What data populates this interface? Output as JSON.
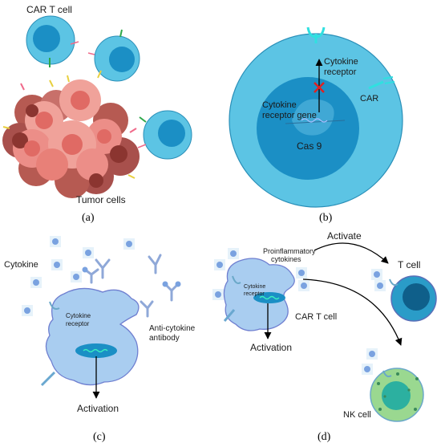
{
  "panels": {
    "a": {
      "label": "(a)",
      "car_t_cell_label": "CAR T cell",
      "tumor_cells_label": "Tumor cells"
    },
    "b": {
      "label": "(b)",
      "cytokine_receptor_label_line1": "Cytokine",
      "cytokine_receptor_label_line2": "receptor",
      "car_label": "CAR",
      "gene_label_line1": "Cytokine",
      "gene_label_line2": "receptor gene",
      "cas9_label": "Cas 9"
    },
    "c": {
      "label": "(c)",
      "cytokine_label": "Cytokine",
      "receptor_label_line1": "Cytokine",
      "receptor_label_line2": "receptor",
      "antibody_label_line1": "Anti-cytokine",
      "antibody_label_line2": "antibody",
      "activation_label": "Activation"
    },
    "d": {
      "label": "(d)",
      "proinflammatory_line1": "Proinflammatory",
      "proinflammatory_line2": "cytokines",
      "activate_label": "Activate",
      "receptor_label_line1": "Cytokine",
      "receptor_label_line2": "receptor",
      "car_t_cell_label": "CAR T cell",
      "activation_label": "Activation",
      "t_cell_label": "T cell",
      "nk_cell_label": "NK cell"
    }
  },
  "colors": {
    "t_cell_outer": "#5cc4e4",
    "t_cell_nucleus": "#1b8fc5",
    "tumor_dark": "#a8504c",
    "tumor_light": "#f0a29a",
    "dc_cell": "#a9cdf0",
    "dc_border": "#6f7fd0",
    "nk_outer": "#9ad890",
    "nk_inner": "#2cb0a0",
    "inhibit_red": "#e02020"
  }
}
